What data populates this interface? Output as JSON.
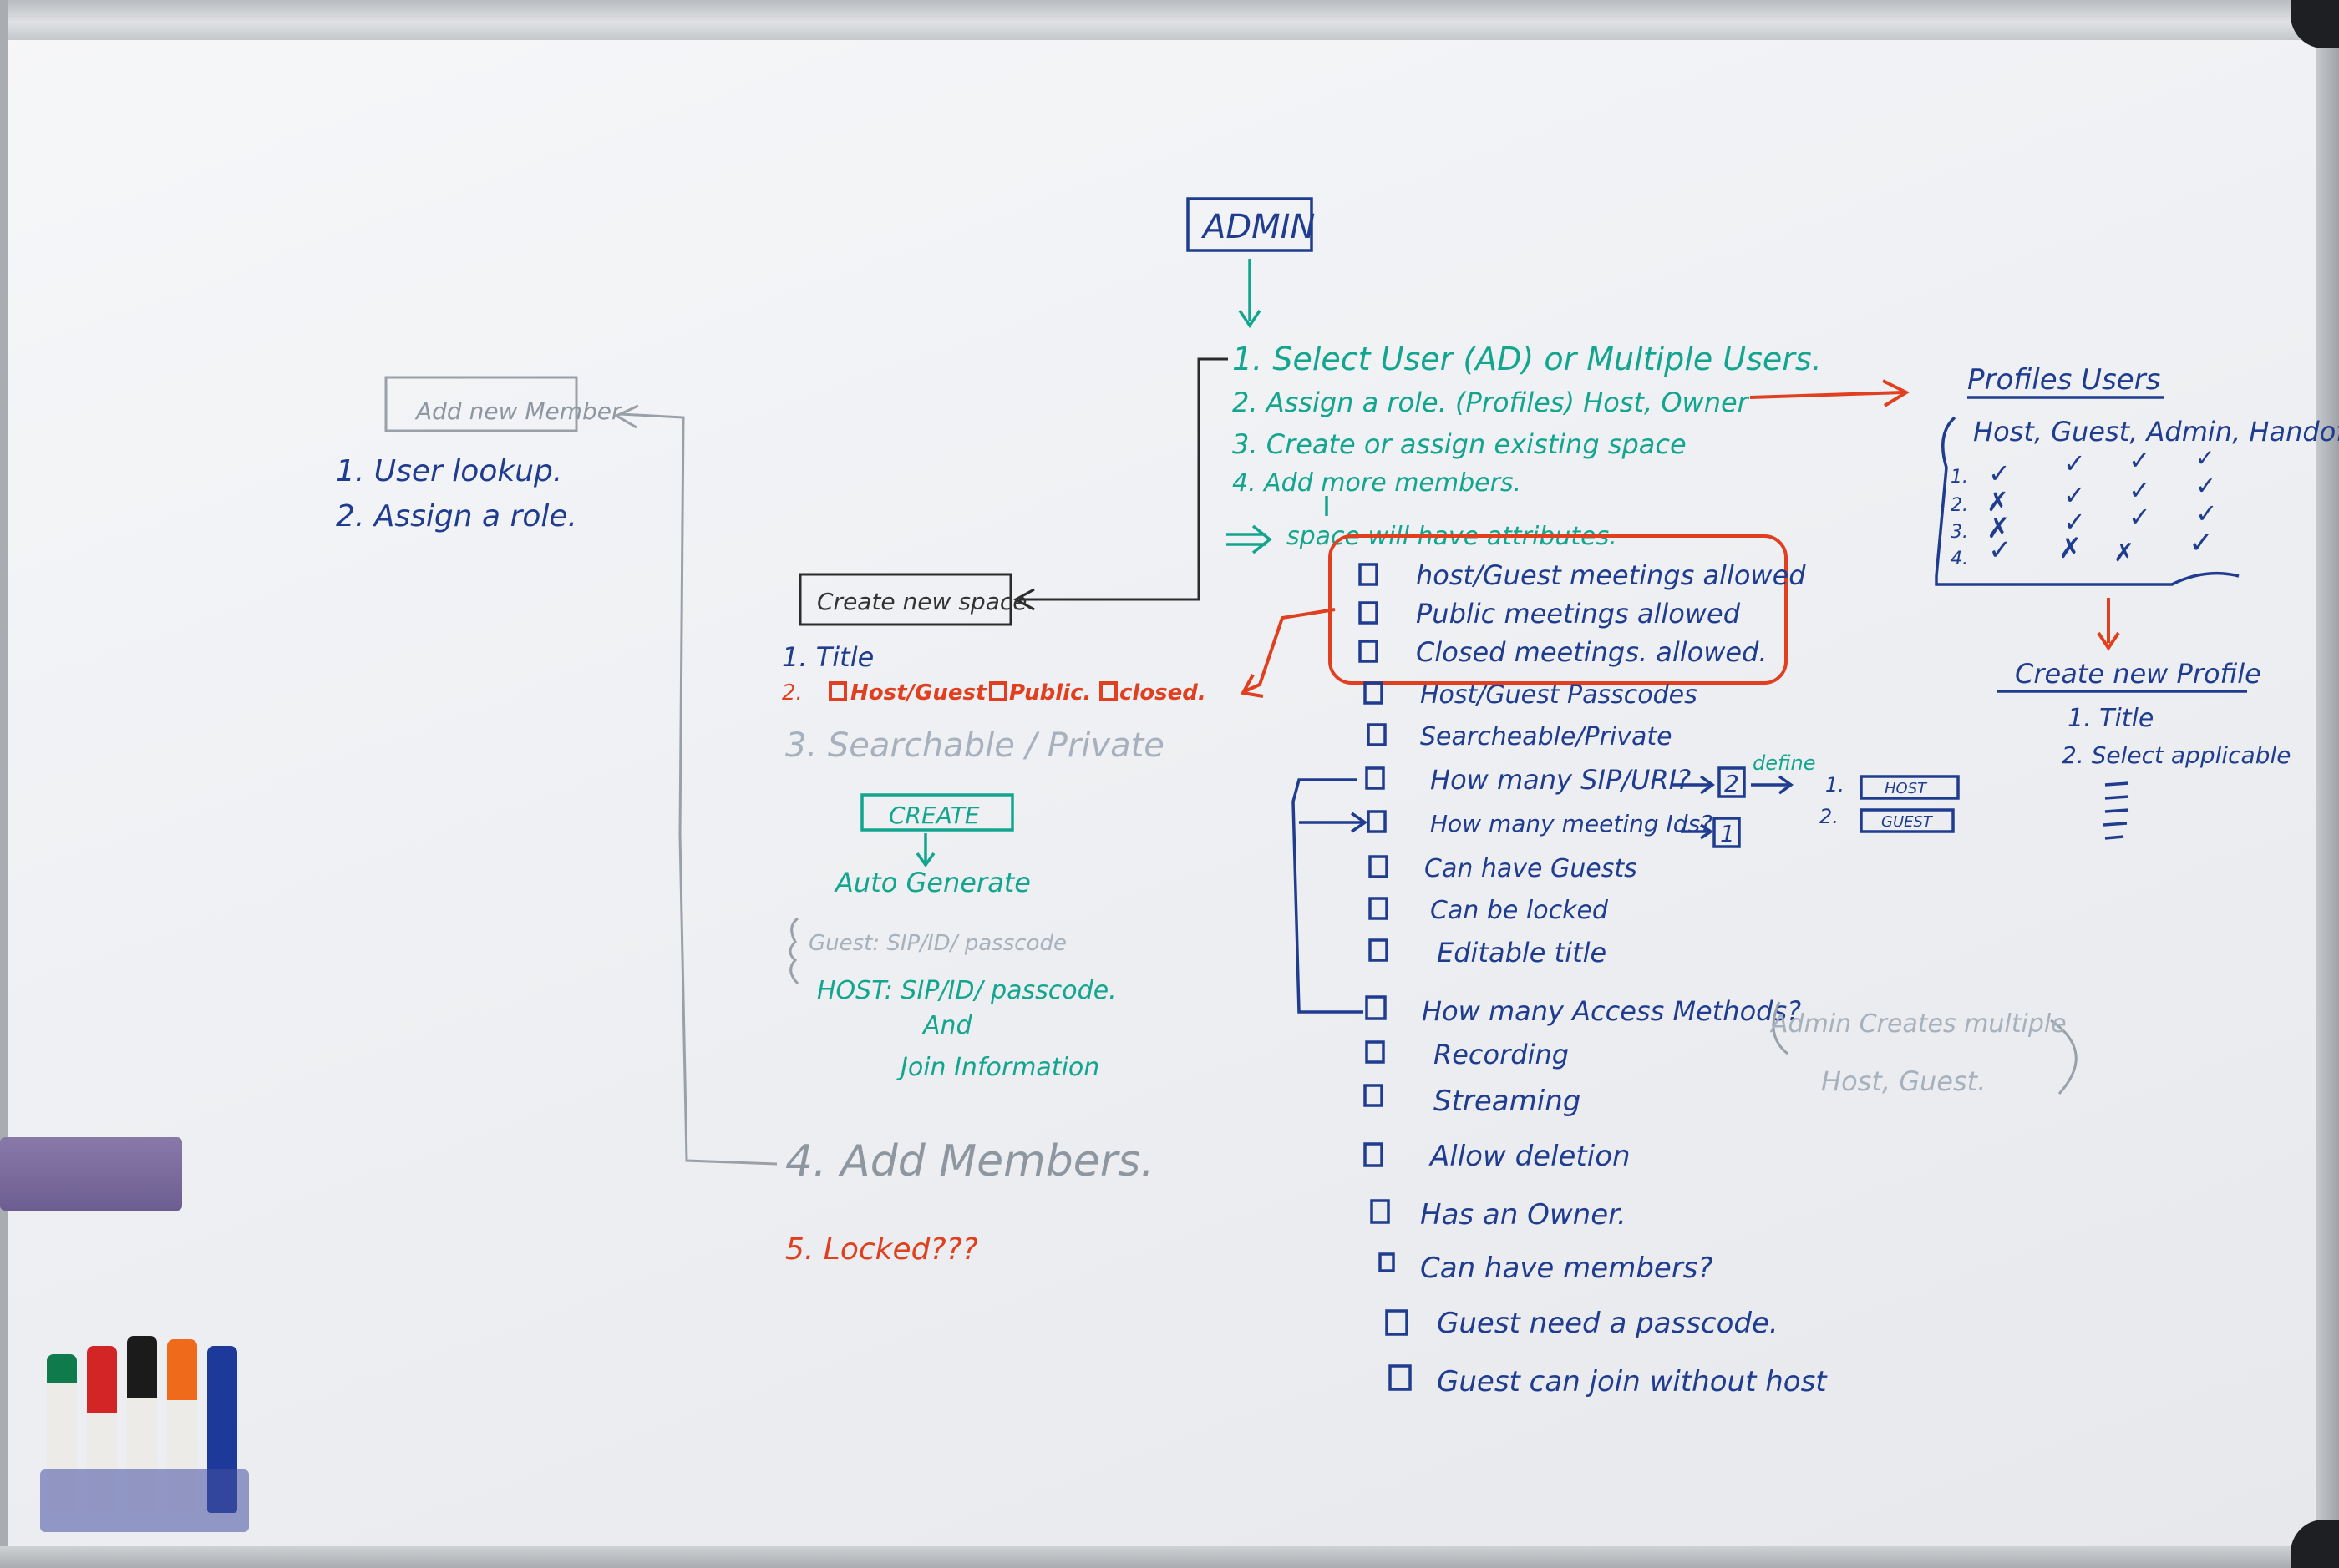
{
  "admin": {
    "label": "ADMIN"
  },
  "steps": [
    "1. Select User (AD) or Multiple Users.",
    "2. Assign a role. (Profiles) Host, Owner",
    "3. Create or assign existing space",
    "4. Add more members."
  ],
  "space_attributes_note": "space will have attributes.",
  "attributes": [
    "host/Guest meetings allowed",
    "Public meetings allowed",
    "Closed meetings. allowed.",
    "Host/Guest Passcodes",
    "Searcheable/Private",
    "How many SIP/URI?",
    "How many meeting Ids?",
    "Can have Guests",
    "Can be locked",
    "Editable title",
    "How many Access Methods?",
    "Recording",
    "Streaming",
    "Allow deletion",
    "Has an Owner.",
    "Can have members?",
    "Guest need a passcode.",
    "Guest can join without host"
  ],
  "sip_count": "2",
  "meeting_id_count": "1",
  "define_note": "define",
  "define_options": [
    {
      "num": "1.",
      "label": "HOST"
    },
    {
      "num": "2.",
      "label": "GUEST"
    }
  ],
  "admin_note": {
    "line1": "Admin Creates multiple",
    "line2": "Host, Guest."
  },
  "profiles": {
    "title": "Profiles Users",
    "columns": "Host, Guest, Admin, Handoff",
    "rows": [
      {
        "num": "1.",
        "marks": [
          "✓",
          "✓",
          "✓",
          "✓"
        ]
      },
      {
        "num": "2.",
        "marks": [
          "✗",
          "✓",
          "✓",
          "✓"
        ]
      },
      {
        "num": "3.",
        "marks": [
          "✗",
          "✓",
          "✓",
          "✓"
        ]
      },
      {
        "num": "4.",
        "marks": [
          "✓",
          "✗",
          "✗",
          "✓"
        ]
      }
    ]
  },
  "create_profile": {
    "title": "Create new Profile",
    "items": [
      "1. Title",
      "2. Select applicable"
    ]
  },
  "add_member": {
    "title": "Add new Member",
    "items": [
      "1. User lookup.",
      "2. Assign a role."
    ]
  },
  "create_space": {
    "title": "Create new space.",
    "item1": "1. Title",
    "item2_num": "2.",
    "item2_options": [
      "Host/Guest",
      "Public.",
      "closed."
    ],
    "item3": "3. Searchable / Private",
    "create_button": "CREATE",
    "auto_generate": "Auto Generate",
    "guest_line": "Guest: SIP/ID/ passcode",
    "host_line": "HOST: SIP/ID/ passcode.",
    "and": "And",
    "join_info": "Join Information",
    "item4": "4. Add Members.",
    "item5": "5. Locked???"
  },
  "colors": {
    "navy": "#1f3c8f",
    "teal": "#14a58f",
    "red": "#e0401f",
    "gray": "#8e96a0"
  }
}
